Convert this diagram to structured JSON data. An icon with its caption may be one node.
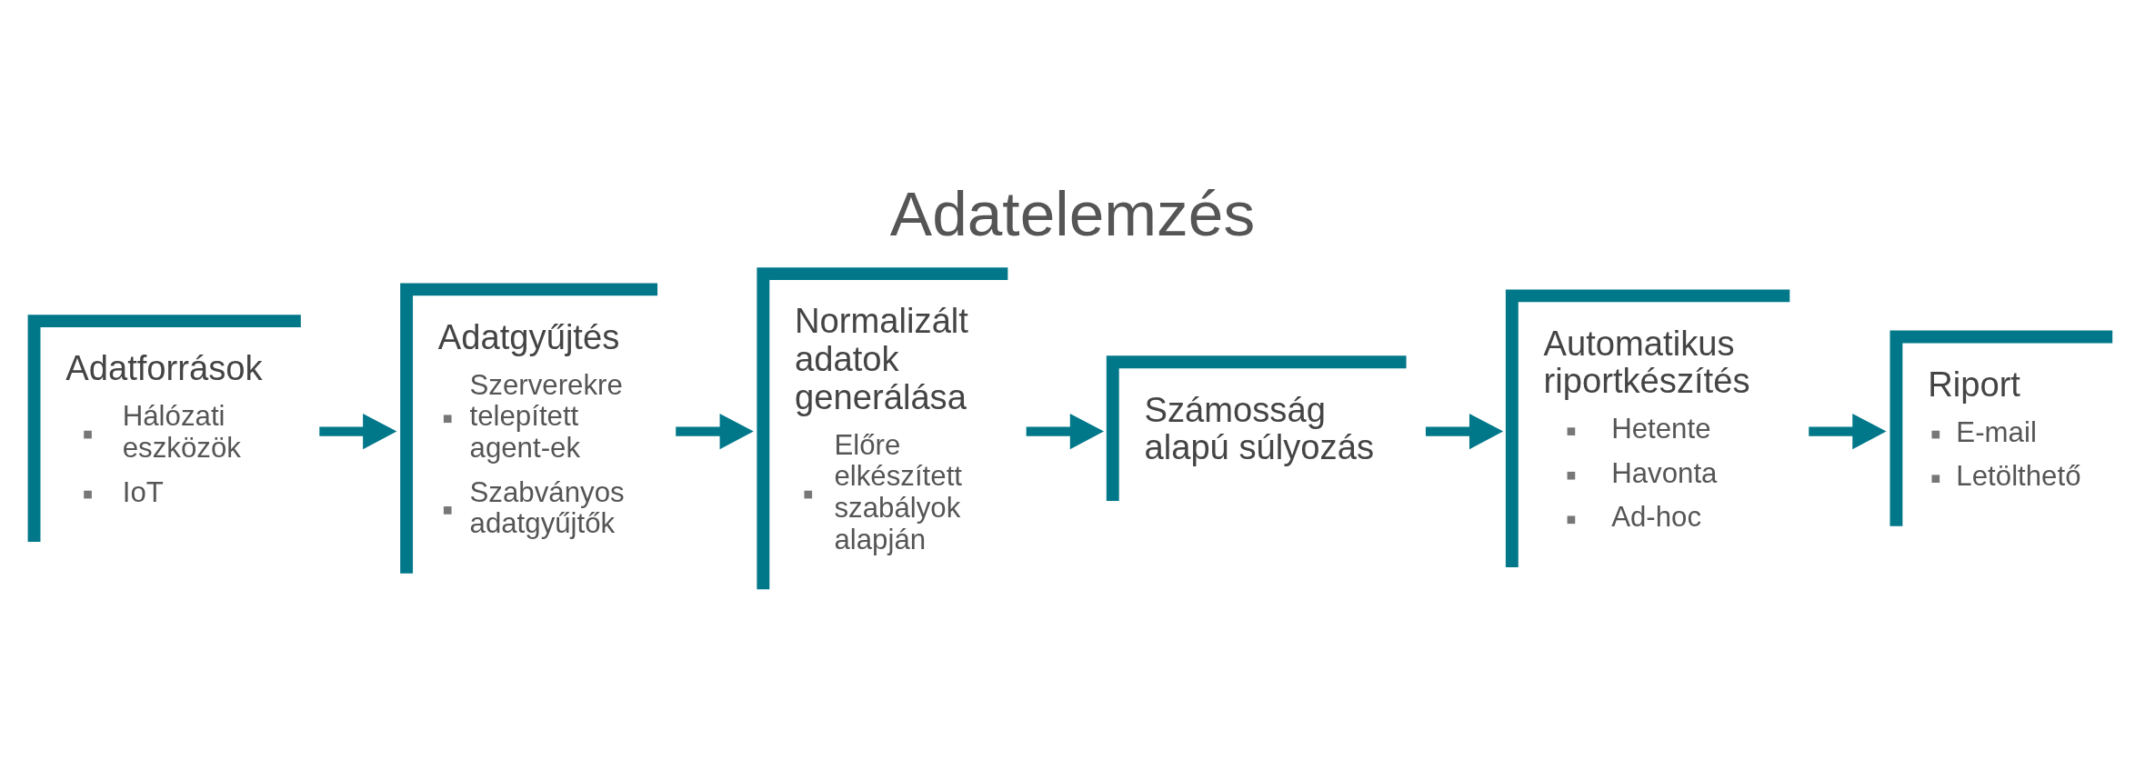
{
  "diagram": {
    "title": "Adatelemzés",
    "nodes": [
      {
        "text": [
          "Adatforrások",
          "Hálózati eszközök",
          "IoT"
        ]
      },
      {
        "text": [
          "Adatgyűjtés",
          "Szerverekre telepített agent-ek",
          "Szabványos adatgyűjtők"
        ]
      },
      {
        "text": [
          "Normalizált adatok generálása",
          "Előre elkészített szabályok alapján"
        ]
      },
      {
        "text": [
          "Számosság alapú súlyozás"
        ]
      },
      {
        "text": [
          "Automatikus riportkészítés",
          "Hetente",
          "Havonta",
          "Ad-hoc"
        ]
      },
      {
        "text": [
          "Riport",
          "E-mail",
          "Letölthető"
        ]
      }
    ],
    "edges": [
      {
        "from": 0,
        "to": 1,
        "arrow": "to"
      },
      {
        "from": 1,
        "to": 2,
        "arrow": "to"
      },
      {
        "from": 2,
        "to": 3,
        "arrow": "to"
      },
      {
        "from": 3,
        "to": 4,
        "arrow": "to"
      },
      {
        "from": 4,
        "to": 5,
        "arrow": "to"
      }
    ]
  }
}
